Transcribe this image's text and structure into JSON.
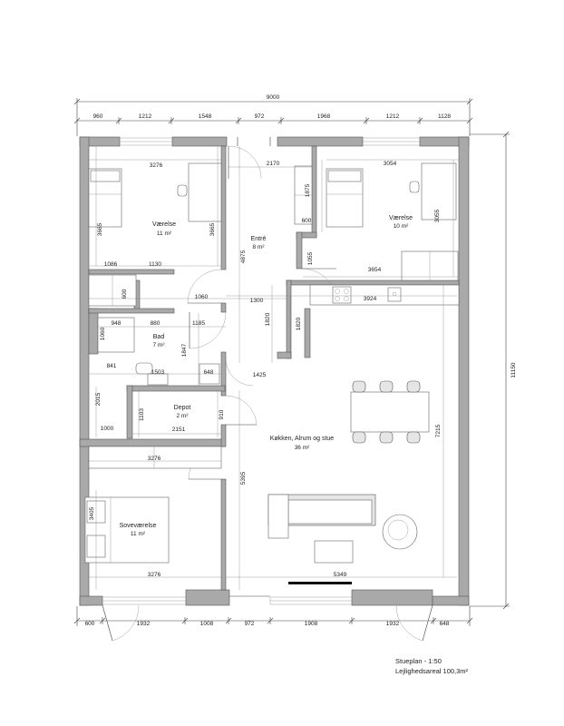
{
  "dimensions": {
    "top_total": "9000",
    "top": [
      "960",
      "1212",
      "1548",
      "972",
      "1968",
      "1212",
      "1128"
    ],
    "bottom": [
      "600",
      "1932",
      "1008",
      "972",
      "1908",
      "1932",
      "648"
    ],
    "right_total": "11150"
  },
  "rooms": {
    "vaerelse1": {
      "name": "Værelse",
      "area": "11 m²"
    },
    "vaerelse2": {
      "name": "Værelse",
      "area": "10 m²"
    },
    "entre": {
      "name": "Entré",
      "area": "8 m²"
    },
    "bad": {
      "name": "Bad",
      "area": "7 m²"
    },
    "depot": {
      "name": "Depot",
      "area": "2 m²"
    },
    "kokken": {
      "name": "Køkken, Alrum og stue",
      "area": "36 m²"
    },
    "sovevaerelse": {
      "name": "Soveværelse",
      "area": "11 m²"
    }
  },
  "inner_dims": {
    "d3276a": "3276",
    "d3665a": "3665",
    "d3665b": "3665",
    "d1086": "1086",
    "d1130": "1130",
    "d600a": "600",
    "d1060a": "1060",
    "d2170": "2170",
    "d4875": "4875",
    "d1875": "1875",
    "d600b": "600",
    "d3054": "3054",
    "d3055": "3055",
    "d1055": "1055",
    "d3654": "3654",
    "d1300": "1300",
    "d3924": "3924",
    "d948": "948",
    "d880": "880",
    "d1185": "1185",
    "d1060b": "1060",
    "d1820a": "1820",
    "d1820b": "1820",
    "d1847": "1847",
    "d841": "841",
    "d1503": "1503",
    "d648": "648",
    "d1425": "1425",
    "d2015": "2015",
    "d1103": "1103",
    "d910": "910",
    "d1000": "1000",
    "d2151": "2151",
    "d7215": "7215",
    "d3276b": "3276",
    "d5395": "5395",
    "d3405": "3405",
    "d3276c": "3276",
    "d5349": "5349"
  },
  "caption": {
    "line1": "Stueplan - 1:50",
    "line2": "Lejlighedsareal 100,3m²"
  }
}
